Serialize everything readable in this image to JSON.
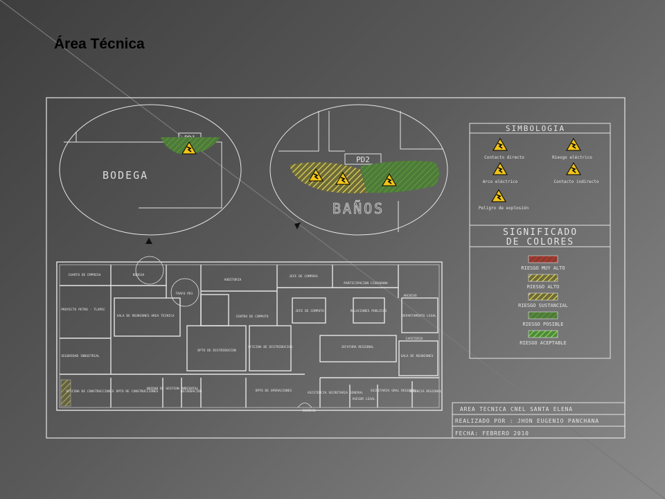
{
  "slide": {
    "title": "Área Técnica"
  },
  "callouts": {
    "bodega": {
      "panel_label": "PD1",
      "area_label": "BODEGA"
    },
    "banos": {
      "panel_label": "PD2",
      "area_label": "BAÑOS"
    }
  },
  "legend": {
    "simbologia_title": "SIMBOLOGIA",
    "symbols": [
      "Contacto directo",
      "Riesgo eléctrico",
      "Arco eléctrico",
      "Contacto indirecto",
      "Peligro de explosión"
    ],
    "significado_title_1": "SIGNIFICADO",
    "significado_title_2": "DE COLORES",
    "levels": [
      {
        "label": "RIESGO MUY ALTO",
        "color": "#c0392b"
      },
      {
        "label": "RIESGO ALTO",
        "color": "#e8d35a"
      },
      {
        "label": "RIESGO SUSTANCIAL",
        "color": "#d9c84a"
      },
      {
        "label": "RIESGO POSIBLE",
        "color": "#5e9e3a"
      },
      {
        "label": "RIESGO ACEPTABLE",
        "color": "#77c24a"
      }
    ]
  },
  "rooms": {
    "r1": "CUARTO DE EMPRESA",
    "r2": "BODEGA",
    "r3": "AUDITORIA",
    "r4": "JEFE DE COMPRAS",
    "r5": "PARTICIPACION CIUDADANA",
    "r6": "ARCHIVO",
    "r7": "PROYECTO PETRO - TLOPEC",
    "r8": "SALA DE REUNIONES AREA TECNICA",
    "r9": "CENTRO DE COMPUTO",
    "r10": "JEFE DE COMPUTO",
    "r11": "RELACIONES PUBLICAS",
    "r12": "DEPARTAMENTO LEGAL",
    "r13": "SEGURIDAD INDUSTRIAL",
    "r14": "DPTO DE DISTRIBUCION",
    "r15": "OFICINA DE DISTRIBUCION",
    "r16": "JEFATURA REGIONAL",
    "r17": "CAFETERIA",
    "r18": "SALA DE REUNIONES",
    "r19": "OFICINA DE CONSTRUCCIONES",
    "r20": "DPTO DE CONSTRUCCIONES",
    "r21": "UNIDAD DE GESTION AMBIENTAL",
    "r22": "RECAUDACION",
    "r23": "DPTO DE OPERACIONES",
    "r24": "ASISTENCIA SECRETARIA GENERAL",
    "r25": "SECRETARIA GRAL REGIONAL",
    "r26": "GERENCIA REGIONAL",
    "r27": "ASESOR LEGAL",
    "r28": "INGRESO",
    "r29": "TRAFO PD1"
  },
  "titleblock": {
    "line1": "AREA TECNICA CNEL SANTA ELENA",
    "line2": "REALIZADO POR : JHON EUGENIO PANCHANA",
    "line3": "FECHA: FEBRERO 2010"
  }
}
